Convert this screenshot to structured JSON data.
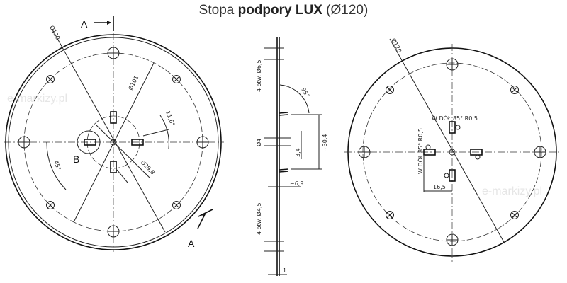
{
  "title": {
    "prefix": "Stopa ",
    "bold": "podpory LUX",
    "suffix": " (Ø120)"
  },
  "watermark": "e-markizy.pl",
  "left_view": {
    "section_label": "A",
    "detail_label": "B",
    "dim_outer": "Ø120",
    "dim_bolt_circle": "Ø101",
    "dim_inner": "Ø29,8",
    "angle_small": "11,6°",
    "angle_holes": "45°"
  },
  "section_view": {
    "holes_top": "4 otw. Ø6,5",
    "holes_bottom": "4 otw. Ø4,5",
    "angle": "95°",
    "center_hole": "Ø4",
    "depth": "3,4",
    "tab_spacing": "~30,4",
    "tab_height": "~6,9",
    "thickness": "1"
  },
  "right_view": {
    "dim_outer": "Ø120",
    "note_top": "W DÓŁ 85° R0,5",
    "note_side": "W DÓŁ 85° R0,5",
    "dim_offset": "16,5"
  }
}
